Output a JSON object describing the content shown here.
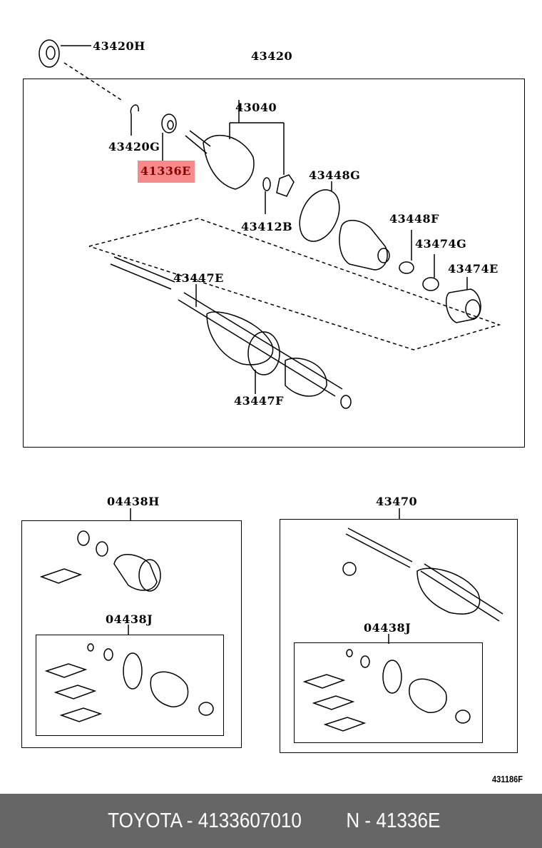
{
  "diagram": {
    "assembly_label": "43420",
    "labels": {
      "p43420H": "43420H",
      "p43040": "43040",
      "p43420G": "43420G",
      "p41336E": "41336E",
      "p43448G": "43448G",
      "p43412B": "43412B",
      "p43448F": "43448F",
      "p43474G": "43474G",
      "p43447E": "43447E",
      "p43474E": "43474E",
      "p43447F": "43447F",
      "p04438H": "04438H",
      "p04438J_left": "04438J",
      "p43470": "43470",
      "p04438J_right": "04438J"
    },
    "highlighted_part": "41336E",
    "highlight_color": "#f68a8a",
    "diagram_code": "431186F"
  },
  "footer": {
    "part_text": "TOYOTA - 4133607010",
    "ref_text": "N - 41336E",
    "background": "#666666"
  }
}
